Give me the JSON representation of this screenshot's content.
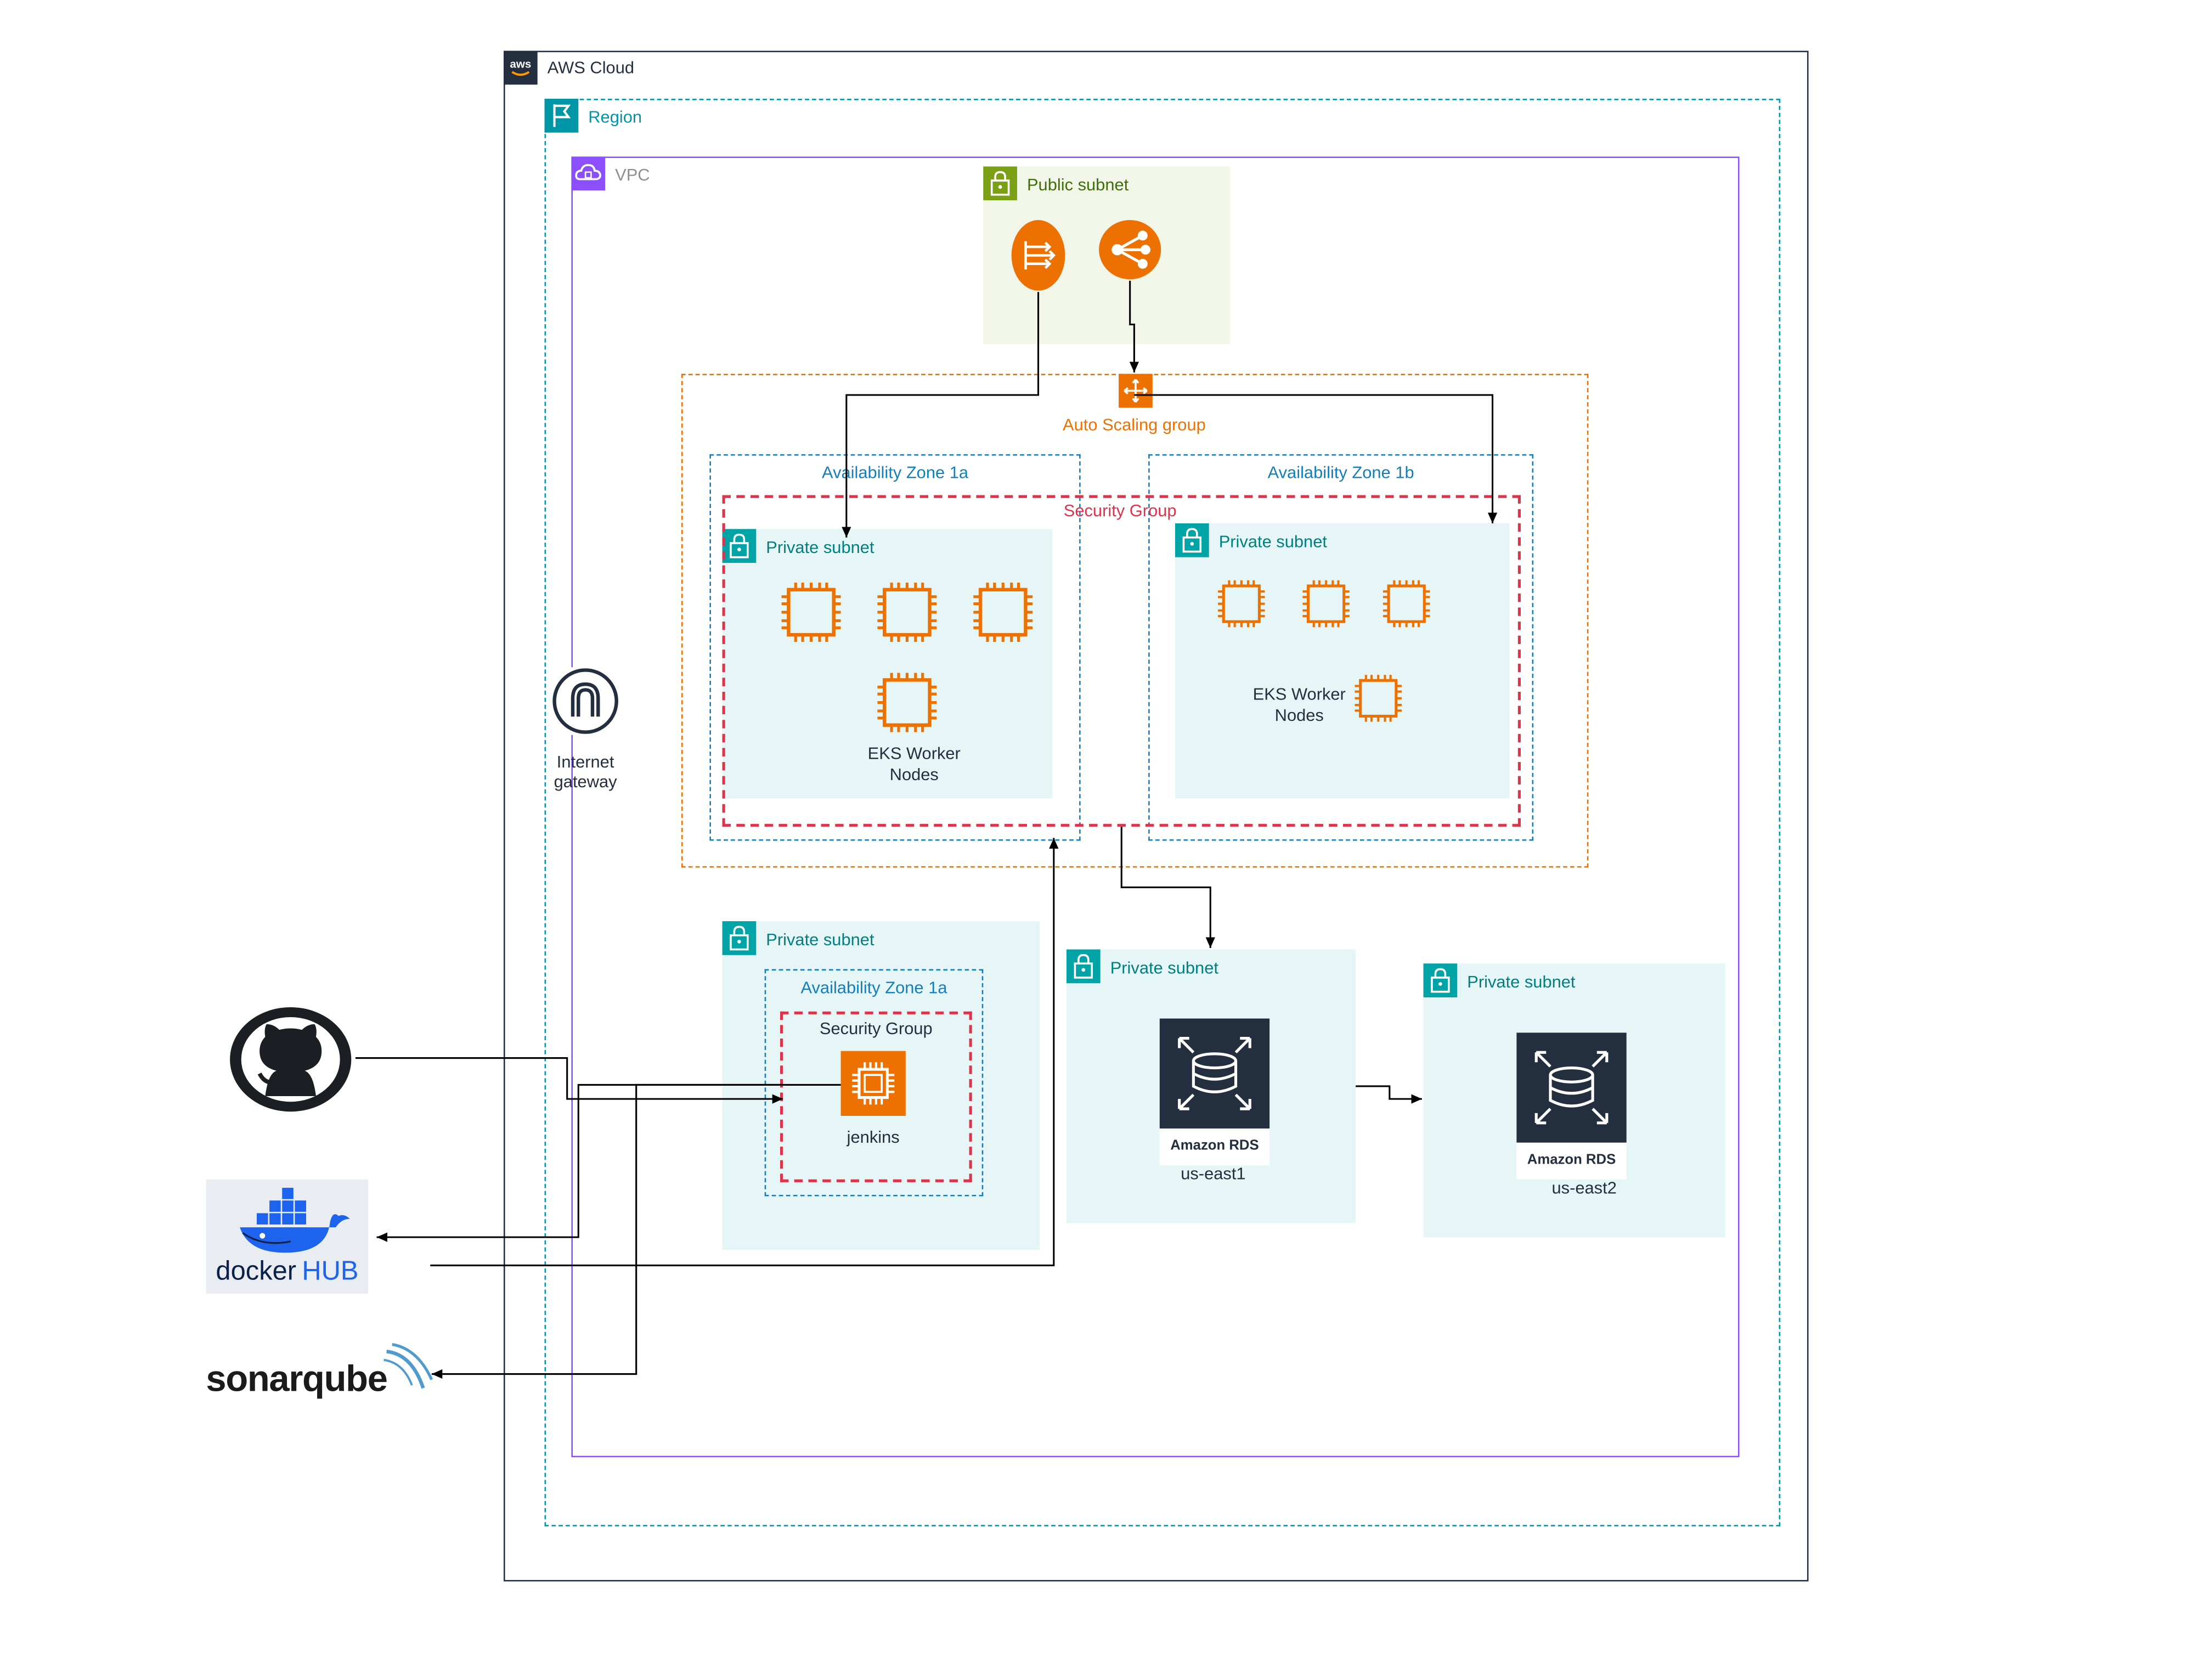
{
  "groups": {
    "aws_cloud": "AWS Cloud",
    "region": "Region",
    "vpc": "VPC",
    "public_subnet": "Public subnet",
    "auto_scaling_group": "Auto Scaling group",
    "az_1a": "Availability Zone 1a",
    "az_1b": "Availability Zone  1b",
    "security_group_main": "Security Group",
    "private_subnet_1a": "Private subnet",
    "private_subnet_1b": "Private subnet",
    "private_subnet_jenkins": "Private subnet",
    "az_jenkins": "Availability Zone 1a",
    "security_group_jenkins": "Security Group",
    "private_subnet_rds1": "Private subnet",
    "private_subnet_rds2": "Private subnet"
  },
  "nodes": {
    "eks_worker_nodes_1a": "EKS Worker Nodes",
    "eks_worker_nodes_1b": "EKS Worker Nodes",
    "internet_gateway": "Internet gateway",
    "jenkins": "jenkins",
    "rds1_service": "Amazon RDS",
    "rds1_region": "us-east1",
    "rds2_service": "Amazon RDS",
    "rds2_region": "us-east2"
  },
  "external": {
    "github": "github-logo",
    "docker_hub_text_1": "docker",
    "docker_hub_text_2": "HUB",
    "sonarqube_text": "sonarqube"
  },
  "colors": {
    "aws_orange": "#ed7100",
    "region_teal": "#0096a8",
    "vpc_purple": "#8c4fff",
    "public_green": "#7aa116",
    "public_fill": "#f2f6e8",
    "private_teal": "#00a4a6",
    "private_fill": "#e6f6f7",
    "az_blue": "#147eba",
    "sg_red": "#dd344c",
    "rds_dark": "#232f3e",
    "docker_blue": "#1d63ed"
  },
  "icons": [
    "aws-logo-icon",
    "region-flag-icon",
    "vpc-cloud-icon",
    "lock-icon",
    "load-balancer-icon",
    "network-lb-icon",
    "auto-scaling-icon",
    "ec2-instance-icon",
    "internet-gateway-icon",
    "rds-database-icon",
    "github-icon",
    "docker-whale-icon",
    "sonarqube-waves-icon"
  ]
}
